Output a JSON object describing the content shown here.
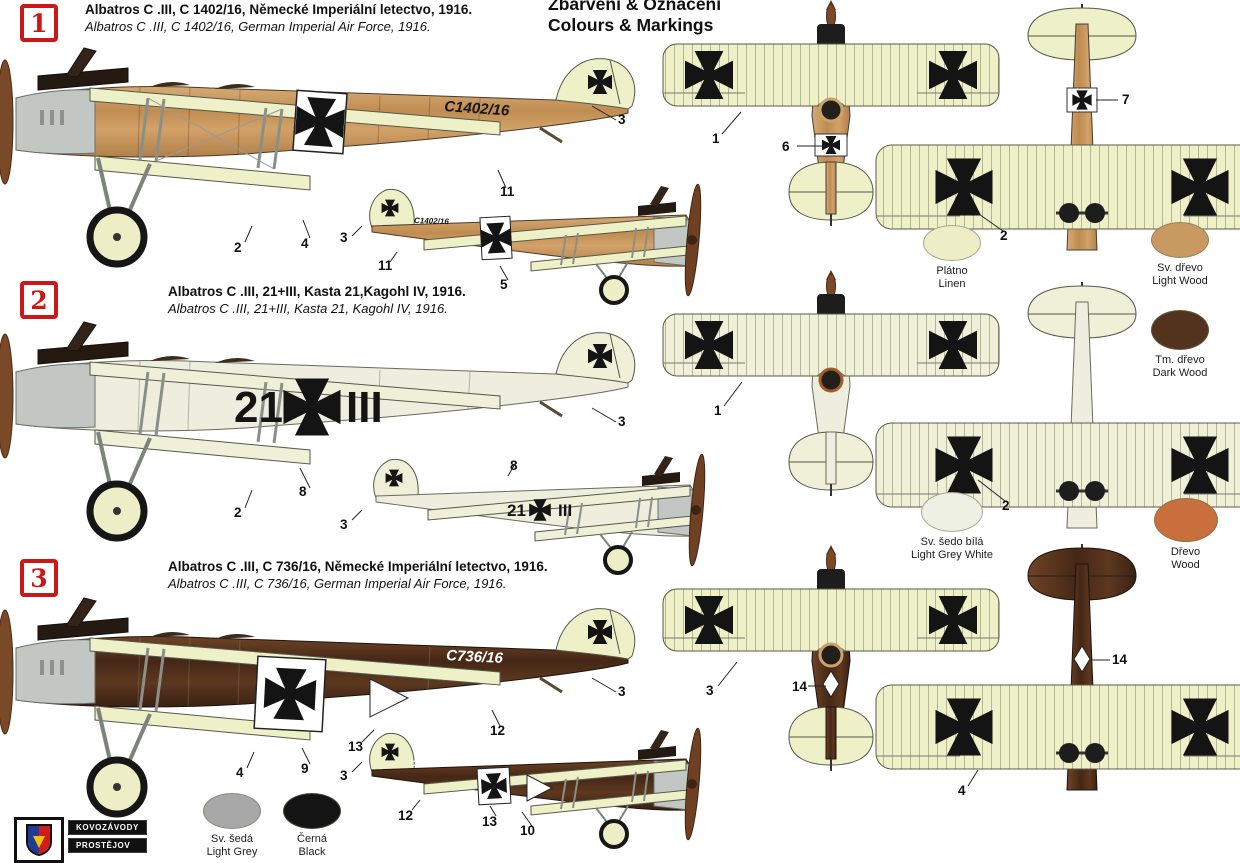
{
  "header": {
    "cz": "Zbarvení & Označení",
    "en": "Colours & Markings"
  },
  "schemes": [
    {
      "num": "1",
      "title_cz": "Albatros C .III, C 1402/16, Německé Imperiální letectvo, 1916.",
      "title_en": "Albatros C .III, C 1402/16, German Imperial Air Force, 1916.",
      "serial": "C1402/16"
    },
    {
      "num": "2",
      "title_cz": "Albatros C .III, 21+III, Kasta 21,Kagohl IV, 1916.",
      "title_en": "Albatros C .III, 21+III, Kasta 21, Kagohl IV, 1916.",
      "marking_left": "21",
      "marking_right": "III"
    },
    {
      "num": "3",
      "title_cz": "Albatros C .III, C 736/16, Německé Imperiální letectvo, 1916.",
      "title_en": "Albatros C .III, C 736/16, German Imperial Air Force, 1916.",
      "serial": "C736/16"
    }
  ],
  "callouts": {
    "scheme1": [
      "3",
      "11",
      "2",
      "4",
      "3",
      "11",
      "5",
      "1",
      "6",
      "7",
      "2"
    ],
    "scheme2": [
      "3",
      "2",
      "8",
      "8",
      "3",
      "1",
      "2"
    ],
    "scheme3": [
      "3",
      "12",
      "13",
      "9",
      "4",
      "3",
      "12",
      "13",
      "10",
      "3",
      "14",
      "14",
      "4"
    ]
  },
  "swatches": [
    {
      "cz": "Plátno",
      "en": "Linen",
      "color": "#eeeec6"
    },
    {
      "cz": "Sv. dřevo",
      "en": "Light Wood",
      "color": "#c89a62"
    },
    {
      "cz": "Tm. dřevo",
      "en": "Dark Wood",
      "color": "#53331e"
    },
    {
      "cz": "Sv. šedo bílá",
      "en": "Light Grey White",
      "color": "#eff0e4"
    },
    {
      "cz": "Dřevo",
      "en": "Wood",
      "color": "#c96f3e"
    },
    {
      "cz": "Sv. šedá",
      "en": "Light Grey",
      "color": "#a8a8a8"
    },
    {
      "cz": "Černá",
      "en": "Black",
      "color": "#141414"
    }
  ],
  "palette": {
    "linen": "#eef0c8",
    "light_wood": "#c89a62",
    "dark_wood": "#53331e",
    "badge_red": "#cc1717"
  },
  "logo": {
    "line1": "KOVOZÁVODY",
    "line2": "PROSTĚJOV"
  }
}
